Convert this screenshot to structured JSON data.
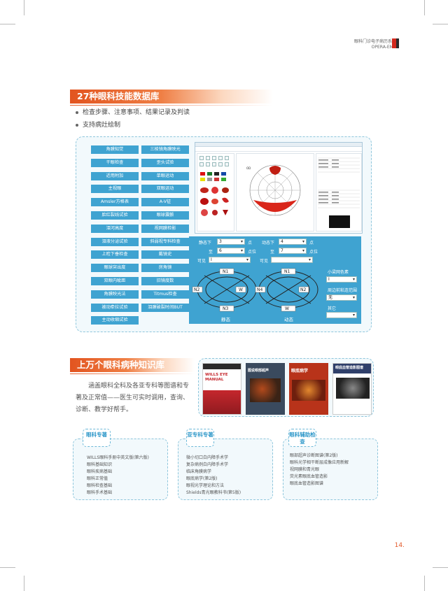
{
  "header": {
    "title_cn": "眼科门诊电子病历系统",
    "title_en": "OPERA-EMR"
  },
  "section1": {
    "title": "27种眼科技能数据库",
    "bullets": [
      "检查步骤、注意事项、结果记录及判读",
      "支持病灶绘制"
    ],
    "skills_left": [
      "角膜知觉",
      "干眼检查",
      "近用附加",
      "主视眼",
      "Amsler方格表",
      "脸红裂线试验",
      "泪河高度",
      "泪液分泌试验",
      "上睑下垂检查",
      "眼球突出度",
      "双眼内眦距",
      "角膜映光法",
      "被动牵拉试验",
      "主动收缩试验"
    ],
    "skills_right": [
      "三棱镜角膜映光",
      "歪头试验",
      "单眼运动",
      "双眼运动",
      "A-V征",
      "眼球震颤",
      "视网膜检影",
      "斜弱视专科检查",
      "戴镜史",
      "房角镜",
      "旧镜度数",
      "Titmus检查",
      "泪膜破裂时间BUT"
    ],
    "form": {
      "static_label": "静态下",
      "static_value": "3",
      "point_label": "点",
      "dynamic_label": "动态下",
      "dynamic_value": "4",
      "dynamic_point_label": "点",
      "to_label": "至",
      "static_to_value": "6",
      "point_pos_label": "点位",
      "dynamic_to_label": "至",
      "dynamic_to_value": "7",
      "dynamic_point_pos_label": "点位",
      "visible_label": "可见",
      "visible_value": "I",
      "dynamic_visible_label": "可见",
      "diagram_left": {
        "top": "N1",
        "left": "N2",
        "right": "W",
        "bottom": "N3"
      },
      "diagram_right": {
        "top": "N1",
        "left": "N4",
        "right": "N2",
        "bottom": "W"
      },
      "right_opts": [
        {
          "label": "小梁网色素",
          "value": "I"
        },
        {
          "label": "周边前粘连范围",
          "value": "无"
        },
        {
          "label": "其它",
          "value": ""
        }
      ],
      "foot_static": "静态",
      "foot_dynamic": "动态"
    }
  },
  "section2": {
    "title": "上万个眼科病种知识库",
    "intro": "涵盖眼科全科及各亚专科等图谱和专著及正常值——医生可实时调用，查询、诊断、教学好帮手。",
    "books": [
      {
        "title": "WILLS EYE MANUAL",
        "color": "#c5272d"
      },
      {
        "title": "图说眼部超声",
        "color": "#3a4a5e"
      },
      {
        "title": "眼底病学",
        "color": "#b8331a"
      },
      {
        "title": "眼底血管造影图谱",
        "color": "#ffffff"
      }
    ],
    "categories": [
      {
        "tag": "眼科专著",
        "items": [
          "WILLS眼科手册中英文版(第六版)",
          "眼科基础知识",
          "眼科疾病基础",
          "眼科正常值",
          "眼科检查基础",
          "眼科手术基础"
        ]
      },
      {
        "tag": "亚专科专著",
        "items": [
          "微小切口白内障手术学",
          "复杂病例白内障手术学",
          "临床角膜病学",
          "眼底病学(第2版)",
          "眼视光学理论和方法",
          "Shields青光眼教科书(第5版)"
        ]
      },
      {
        "tag": "眼科辅助检查",
        "items": [
          "眼部超声诊断图谱(第2版)",
          "眼科光学相干断层成像应用新解",
          "视网膜和青光眼",
          "荧光素眼底血管造影",
          "眼底血管造影图谱"
        ]
      }
    ]
  },
  "page_number": "14.",
  "colors": {
    "accent": "#e7602c",
    "blue": "#3fa3d1",
    "panel_border": "#8ec6dc"
  }
}
